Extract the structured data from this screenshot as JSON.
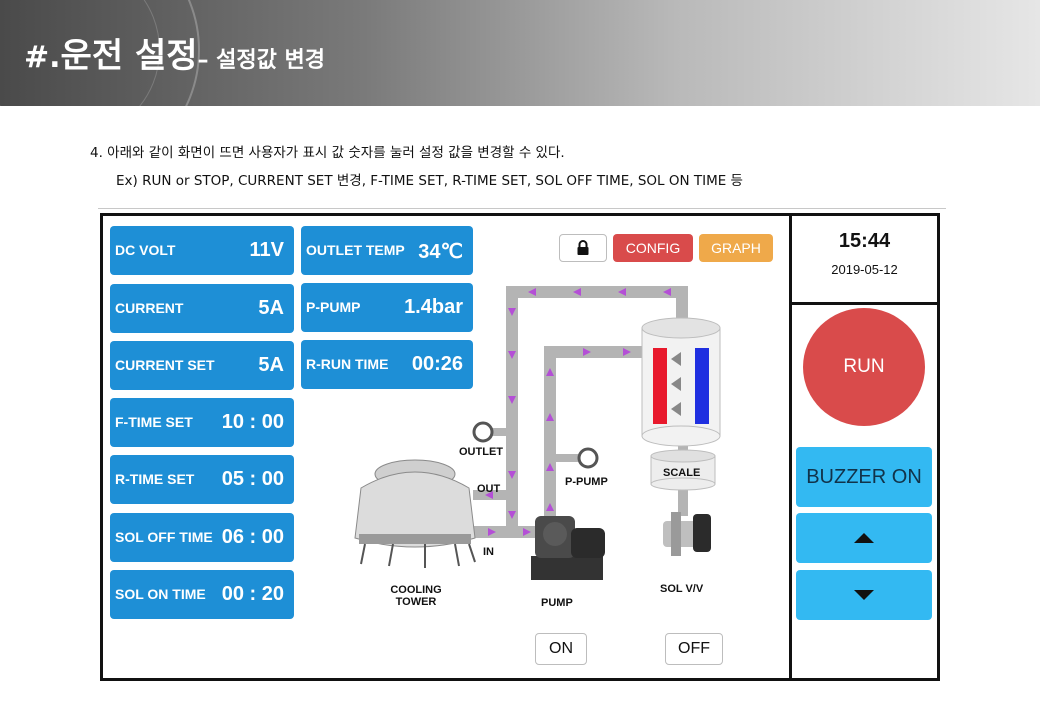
{
  "header": {
    "hash": "#.",
    "title": "운전 설정",
    "subtitle": "– 설정값 변경"
  },
  "description": {
    "line1": "4. 아래와 같이 화면이 뜨면 사용자가 표시 값 숫자를 눌러 설정 값을 변경할 수 있다.",
    "line2": "Ex) RUN or STOP, CURRENT SET 변경, F-TIME SET, R-TIME SET, SOL OFF TIME, SOL ON TIME 등"
  },
  "left_tiles": [
    {
      "label": "DC VOLT",
      "value": "11V"
    },
    {
      "label": "CURRENT",
      "value": "5A"
    },
    {
      "label": "CURRENT SET",
      "value": "5A"
    },
    {
      "label": "F-TIME SET",
      "value": "10 : 00"
    },
    {
      "label": "R-TIME SET",
      "value": "05 : 00"
    },
    {
      "label": "SOL OFF TIME",
      "value": "06 : 00"
    },
    {
      "label": "SOL ON TIME",
      "value": "00 : 20"
    }
  ],
  "mid_tiles": [
    {
      "label": "OUTLET TEMP",
      "value": "34℃"
    },
    {
      "label": "P-PUMP",
      "value": "1.4bar"
    },
    {
      "label": "R-RUN TIME",
      "value": "00:26"
    }
  ],
  "toolbar": {
    "lock_icon": "lock-icon",
    "config_label": "CONFIG",
    "graph_label": "GRAPH"
  },
  "clock": {
    "time": "15:44",
    "date": "2019-05-12"
  },
  "controls": {
    "run_label": "RUN",
    "buzzer_label": "BUZZER ON",
    "up_icon": "triangle-up-icon",
    "down_icon": "triangle-down-icon"
  },
  "diagram": {
    "outlet": "OUTLET",
    "out": "OUT",
    "in": "IN",
    "p_pump": "P-PUMP",
    "scale": "SCALE",
    "cooling_tower": "COOLING\nTOWER",
    "pump": "PUMP",
    "sol_vv": "SOL V/V"
  },
  "bottom": {
    "on_label": "ON",
    "off_label": "OFF"
  },
  "colors": {
    "tile_blue": "#1e8fd6",
    "side_button_blue": "#33b9f2",
    "run_red": "#d94b4b",
    "config_red": "#d94b4b",
    "graph_orange": "#efa94a",
    "pipe_gray": "#b4b4b4",
    "flow_arrow_purple": "#b44fd6",
    "hot_red": "#e8192c",
    "cold_blue": "#1f2fe0"
  }
}
